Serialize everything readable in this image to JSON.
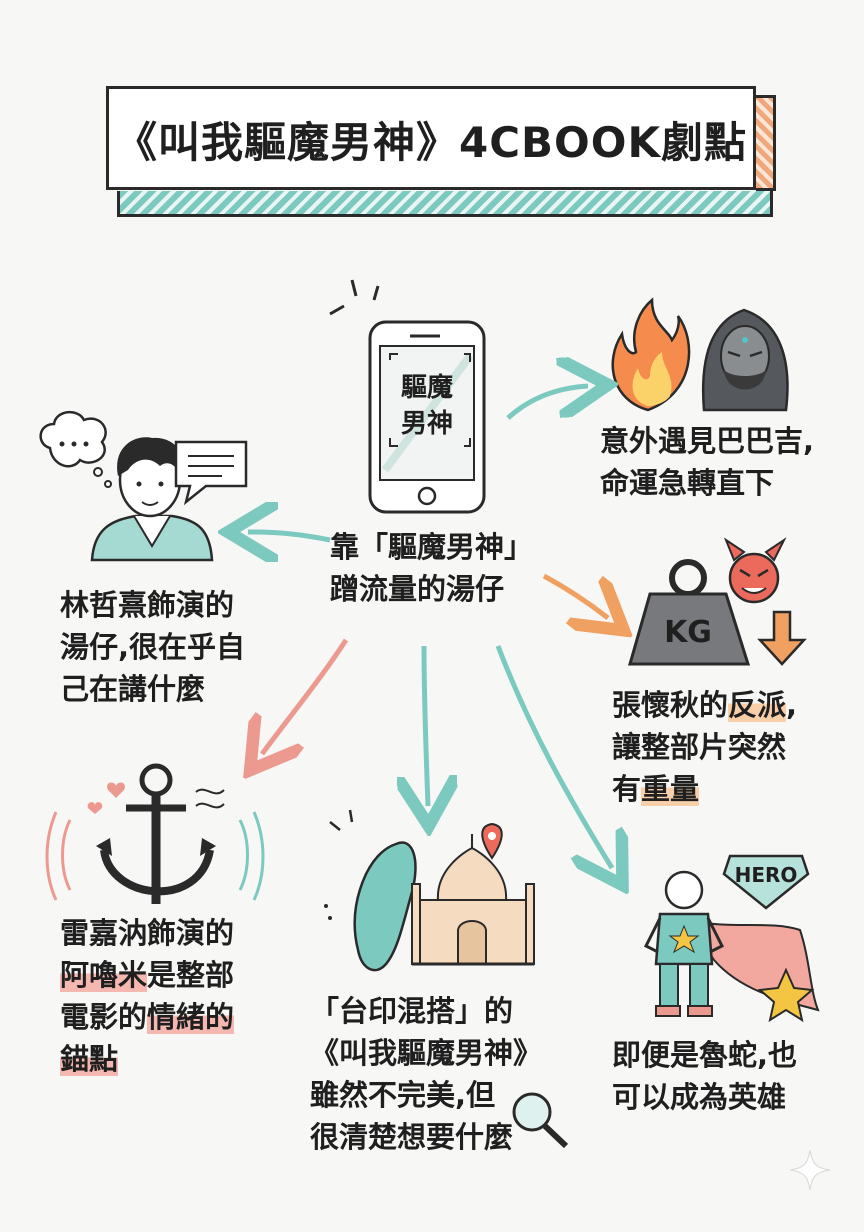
{
  "title": "《叫我驅魔男神》4CBOOK劇點",
  "center": {
    "phone_screen_text": [
      "驅魔",
      "男神"
    ],
    "caption": [
      "靠「驅魔男神」",
      "蹭流量的湯仔"
    ]
  },
  "nodes": {
    "top_right": [
      "意外遇見巴巴吉,",
      "命運急轉直下"
    ],
    "left": [
      "林哲熹飾演的",
      "湯仔,很在乎自",
      "己在講什麼"
    ],
    "right": {
      "weight_text": "KG",
      "line1_a": "張懷秋的",
      "line1_b": "反派",
      "line1_c": ",",
      "line2": "讓整部片突然",
      "line3_a": "有",
      "line3_b": "重量"
    },
    "bottom_left": {
      "line1": "雷嘉汭飾演的",
      "line2_a": "阿嚕米",
      "line2_b": "是整部",
      "line3_a": "電影的",
      "line3_b": "情緒的",
      "line4": "錨點"
    },
    "bottom_center": [
      "「台印混搭」的",
      "《叫我驅魔男神》",
      "雖然不完美,但",
      "很清楚想要什麼"
    ],
    "bottom_right": {
      "badge": "HERO",
      "lines": [
        "即便是魯蛇,也",
        "可以成為英雄"
      ]
    }
  },
  "colors": {
    "teal": "#7cc9c0",
    "orange": "#f0a060",
    "red": "#ec9a90",
    "ink": "#2a2a2a"
  }
}
